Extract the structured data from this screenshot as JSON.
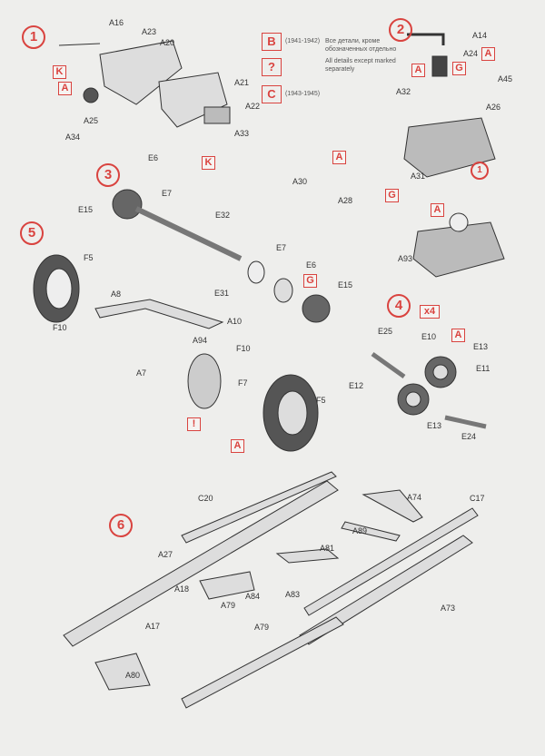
{
  "steps": [
    "1",
    "2",
    "3",
    "4",
    "5",
    "6"
  ],
  "legend": {
    "b": "B",
    "b_years": "(1941-1942)",
    "q": "?",
    "c": "C",
    "c_years": "(1943-1945)",
    "note_ru": "Все детали, кроме обозначенных отдельно",
    "note_en": "All details except marked separately"
  },
  "step1": {
    "labels": [
      "A16",
      "A23",
      "A20",
      "A25",
      "A34",
      "A21",
      "A22",
      "A33"
    ],
    "boxes": [
      "K",
      "A",
      "K"
    ]
  },
  "step2": {
    "labels": [
      "A14",
      "A24",
      "A45",
      "A32",
      "A26",
      "A30",
      "A31",
      "A28",
      "A93"
    ],
    "boxes": [
      "A",
      "G",
      "A",
      "A",
      "G",
      "A"
    ],
    "ref": "1"
  },
  "step3": {
    "labels": [
      "E6",
      "E7",
      "E15",
      "E32",
      "E31",
      "E7",
      "E6",
      "E15"
    ],
    "boxes": [
      "G"
    ]
  },
  "step5": {
    "labels": [
      "F5",
      "A8",
      "F10",
      "A94",
      "A10",
      "F10",
      "A7",
      "F7",
      "F5"
    ],
    "boxes": [
      "!",
      "A"
    ]
  },
  "step4": {
    "labels": [
      "E25",
      "E10",
      "E13",
      "E11",
      "E12",
      "E13",
      "E24"
    ],
    "boxes": [
      "x4",
      "A"
    ]
  },
  "step6": {
    "labels": [
      "C20",
      "C17",
      "A74",
      "A89",
      "A81",
      "A27",
      "A83",
      "A18",
      "A84",
      "A79",
      "A79",
      "A17",
      "A73",
      "A80"
    ]
  },
  "colors": {
    "accent": "#d9433f",
    "paper": "#eeeeec",
    "line": "#333333"
  }
}
